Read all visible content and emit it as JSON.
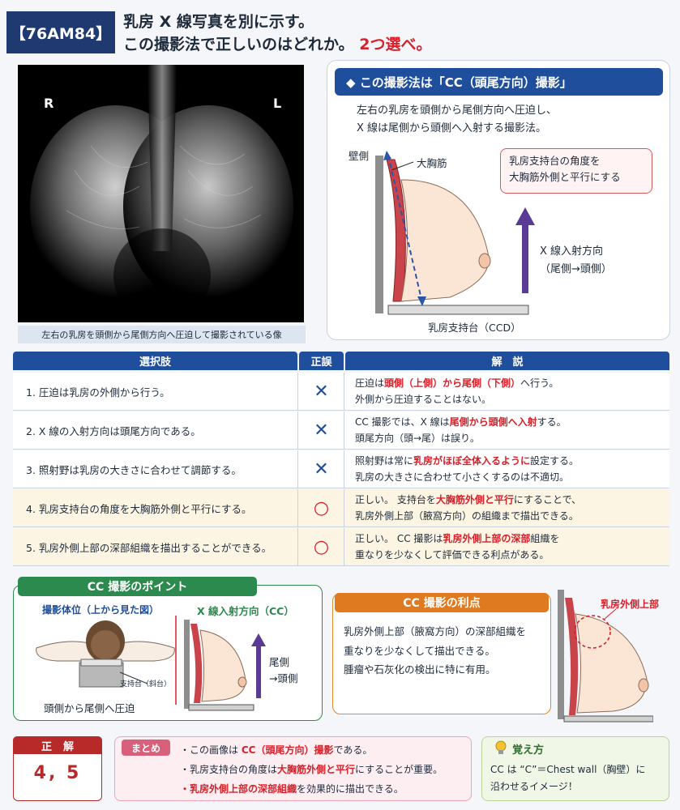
{
  "header": {
    "badge": "【76AM84】",
    "title_line1": "乳房 X 線写真を別に示す。",
    "title_line2_main": "この撮影法で正しいのはどれか。",
    "title_line2_accent": "2つ選べ。"
  },
  "xray": {
    "label_left": "R",
    "label_right": "L",
    "caption": "左右の乳房を頭側から尾側方向へ圧迫して撮影されている像"
  },
  "info": {
    "title": "◆ この撮影法は「CC（頭尾方向）撮影」",
    "desc_line1": "左右の乳房を頭側から尾側方向へ圧迫し、",
    "desc_line2": "X 線は尾側から頭側へ入射する撮影法。",
    "label_wall": "壁側",
    "label_muscle": "大胸筋",
    "note_line1": "乳房支持台の角度を",
    "note_line2": "大胸筋外側と平行にする",
    "arrow_label1": "X 線入射方向",
    "arrow_label2": "（尾側→頭側）",
    "support_label": "乳房支持台（CCD）"
  },
  "table": {
    "headers": [
      "選択肢",
      "正誤",
      "解　説"
    ],
    "rows": [
      {
        "choice": "1.  圧迫は乳房の外側から行う。",
        "mark": "✕",
        "exp1_pre": "圧迫は",
        "exp1_red": "頭側（上側）から尾側（下側）",
        "exp1_post": "へ行う。",
        "exp2": "外側から圧迫することはない。"
      },
      {
        "choice": "2.  X 線の入射方向は頭尾方向である。",
        "mark": "✕",
        "exp1_pre": "CC 撮影では、X 線は",
        "exp1_red": "尾側から頭側へ入射",
        "exp1_post": "する。",
        "exp2": "頭尾方向（頭→尾）は誤り。"
      },
      {
        "choice": "3.  照射野は乳房の大きさに合わせて調節する。",
        "mark": "✕",
        "exp1_pre": "照射野は常に",
        "exp1_red": "乳房がほぼ全体入るように",
        "exp1_post": "設定する。",
        "exp2": "乳房の大きさに合わせて小さくするのは不適切。"
      },
      {
        "choice": "4.  乳房支持台の角度を大胸筋外側と平行にする。",
        "mark": "○",
        "exp1_pre": "正しい。 支持台を",
        "exp1_red": "大胸筋外側と平行",
        "exp1_post": "にすることで、",
        "exp2": "乳房外側上部（腋窩方向）の組織まで描出できる。"
      },
      {
        "choice": "5.  乳房外側上部の深部組織を描出することができる。",
        "mark": "○",
        "exp1_pre": "正しい。 CC 撮影は",
        "exp1_red": "乳房外側上部の深部",
        "exp1_post": "組織を",
        "exp2": "重なりを少なくして評価できる利点がある。"
      }
    ]
  },
  "points": {
    "tab": "CC 撮影のポイント",
    "pos_title": "撮影体位（上から見た図）",
    "support_label": "支持台（斜台）",
    "compress_label": "頭側から尾側へ圧迫",
    "xray_dir_title": "X 線入射方向（CC）",
    "dir_line1": "尾側",
    "dir_line2": "→頭側"
  },
  "advantage": {
    "tab": "CC 撮影の利点",
    "line1": "乳房外側上部（腋窩方向）の深部組織を",
    "line2": "重なりを少なくして描出できる。",
    "line3": "腫瘤や石灰化の検出に特に有用。",
    "region_label": "乳房外側上部"
  },
  "answer": {
    "head": "正解",
    "value": "4, 5"
  },
  "summary": {
    "tag": "まとめ",
    "l1_pre": "・この画像は ",
    "l1_red": "CC（頭尾方向）撮影",
    "l1_post": "である。",
    "l2_pre": "・乳房支持台の角度は",
    "l2_red": "大胸筋外側と平行",
    "l2_post": "にすることが重要。",
    "l3_red": "乳房外側上部の深部組織",
    "l3_post": "を効果的に描出できる。"
  },
  "memo": {
    "title": "覚え方",
    "line1": "CC は “C”＝Chest wall（胸壁）に",
    "line2": "沿わせるイメージ！"
  },
  "colors": {
    "navy": "#1f3a70",
    "blue": "#1f4e9c",
    "red": "#d8202a",
    "green": "#2d8a4f",
    "orange": "#e07a20",
    "purple": "#5b3a96"
  }
}
